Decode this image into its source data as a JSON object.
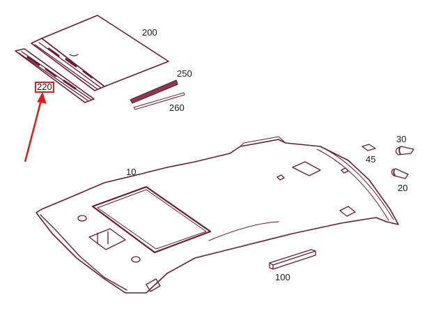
{
  "diagram": {
    "type": "exploded-parts-diagram",
    "subject": "vehicle roof headliner assembly",
    "colors": {
      "line": "#6b1a32",
      "label_text": "#1a1a1a",
      "highlight": "#e11a1a",
      "background": "#ffffff"
    },
    "parts": [
      {
        "id": "200",
        "label": "200",
        "description": "sunroof shade panel"
      },
      {
        "id": "220",
        "label": "220",
        "description": "front trim strip with vents",
        "highlighted": true
      },
      {
        "id": "250",
        "label": "250",
        "description": "tapered trim strip"
      },
      {
        "id": "260",
        "label": "260",
        "description": "thin seal strip"
      },
      {
        "id": "10",
        "label": "10",
        "description": "roof headliner"
      },
      {
        "id": "30",
        "label": "30",
        "description": "grab handle clip"
      },
      {
        "id": "45",
        "label": "45",
        "description": "small pad"
      },
      {
        "id": "20",
        "label": "20",
        "description": "grab handle clip"
      },
      {
        "id": "100",
        "label": "100",
        "description": "foam block"
      }
    ],
    "callout": {
      "target": "220",
      "style": "red box with arrow"
    }
  }
}
